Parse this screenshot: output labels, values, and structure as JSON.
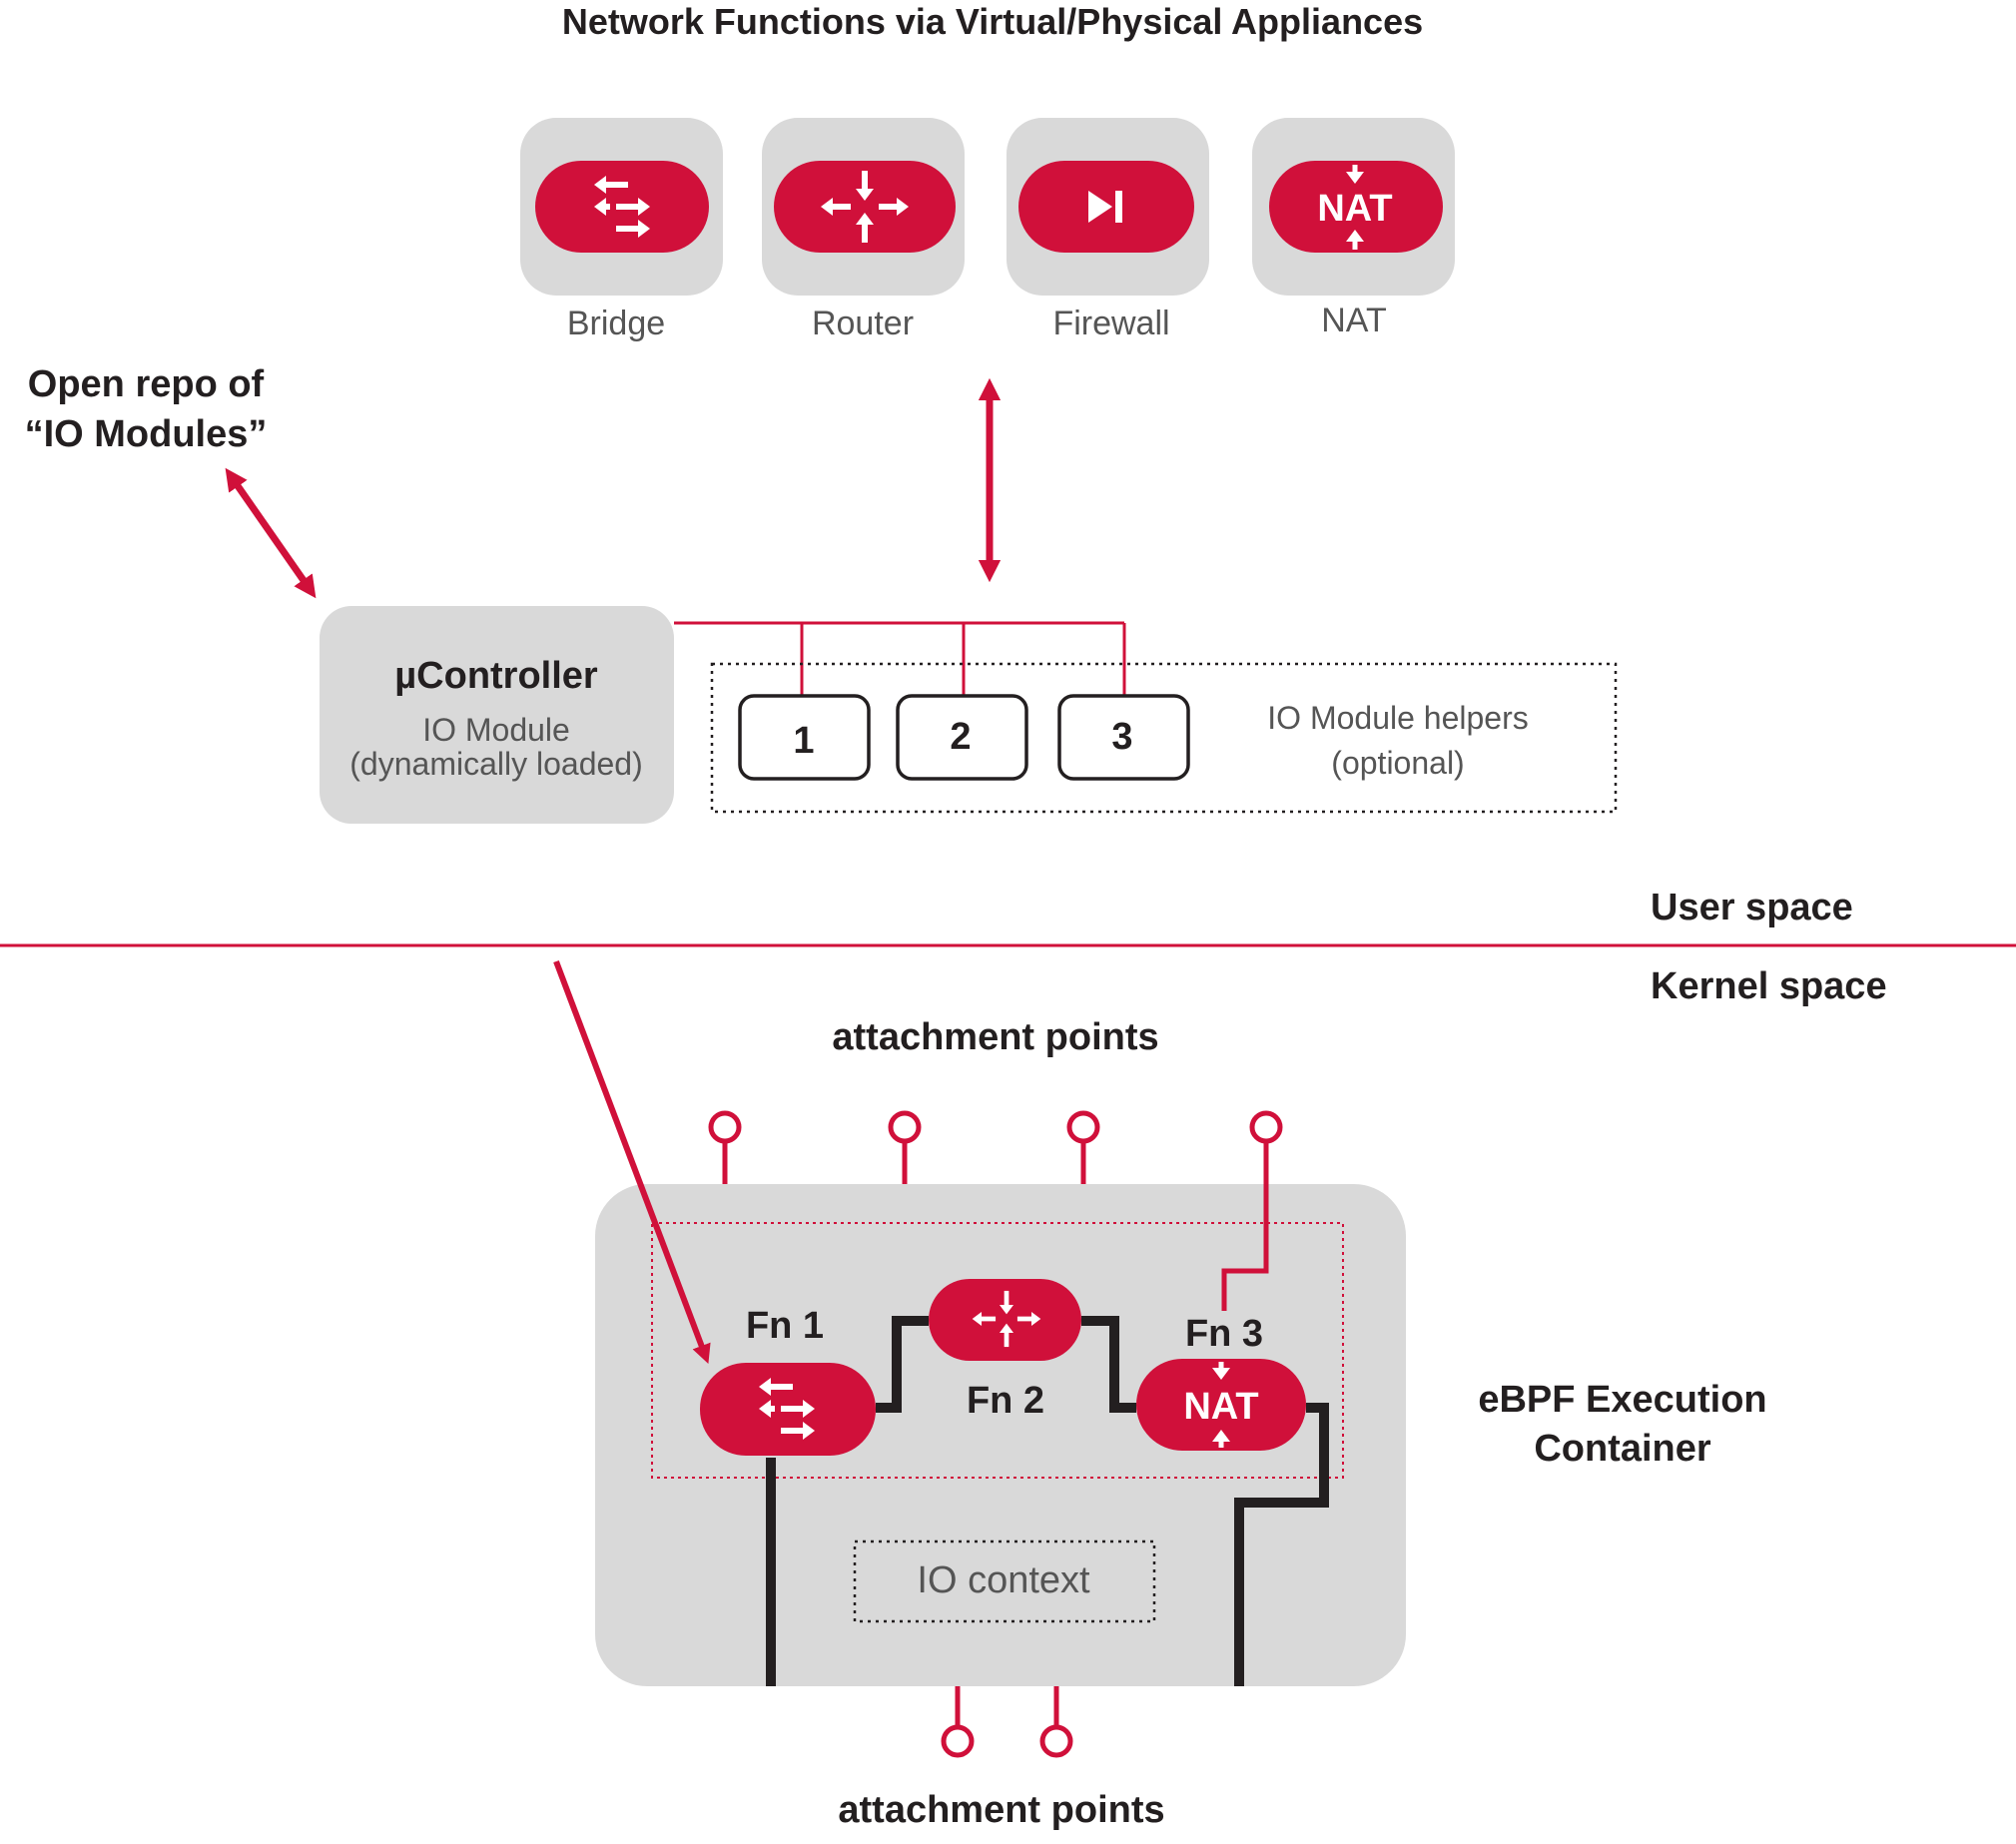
{
  "title": "Network Functions via Virtual/Physical Appliances",
  "appliances": [
    {
      "label": "Bridge",
      "icon": "bridge-icon"
    },
    {
      "label": "Router",
      "icon": "router-icon"
    },
    {
      "label": "Firewall",
      "icon": "firewall-icon"
    },
    {
      "label": "NAT",
      "icon": "nat-icon"
    }
  ],
  "open_repo": {
    "line1": "Open repo of",
    "line2": "“IO Modules”"
  },
  "controller": {
    "title": "µController",
    "line1": "IO Module",
    "line2": "(dynamically loaded)"
  },
  "helpers": {
    "boxes": [
      "1",
      "2",
      "3"
    ],
    "line1": "IO Module helpers",
    "line2": "(optional)"
  },
  "spaces": {
    "user": "User space",
    "kernel": "Kernel space"
  },
  "attach_top": "attachment points",
  "attach_bottom": "attachment points",
  "container": {
    "line1": "eBPF Execution",
    "line2": "Container",
    "fn1": "Fn 1",
    "fn2": "Fn 2",
    "fn3": "Fn 3",
    "nat_glyph": "NAT",
    "io_context": "IO context"
  },
  "colors": {
    "accent": "#d0103a",
    "gray_box": "#d9d9d9",
    "dark": "#231f20"
  }
}
